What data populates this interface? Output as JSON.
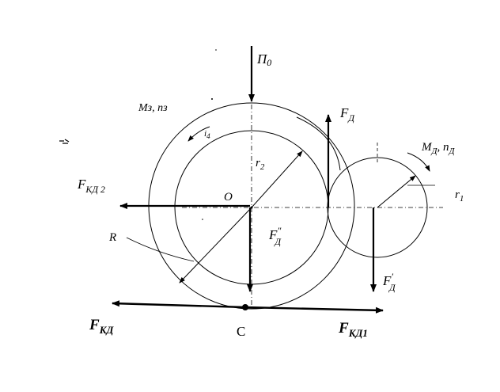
{
  "diagram": {
    "labels": {
      "pi0": "П",
      "pi0_sub": "0",
      "m3": "Mз, nз",
      "md": "M",
      "md_sub": "Д",
      "nd": ", n",
      "nd_sub": "Д",
      "fd": "F",
      "fd_sub": "Д",
      "fkd2": "F",
      "fkd2_sub": "КД 2",
      "r2": "r",
      "r2_sub": "2",
      "o": "O",
      "fdpp": "F",
      "fdpp_sup": "″",
      "fdpp_sub": "Д",
      "r1": "r",
      "r1_sub": "1",
      "r_big": "R",
      "fdp": "F",
      "fdp_sup": "′",
      "fdp_sub": "Д",
      "fkd": "F",
      "fkd_sub": "КД",
      "c": "C",
      "fkd1": "F",
      "fkd1_sub": "КД1",
      "i4": "i",
      "i4_sub": "4"
    },
    "colors": {
      "ink": "#000000",
      "paper": "#ffffff"
    }
  }
}
